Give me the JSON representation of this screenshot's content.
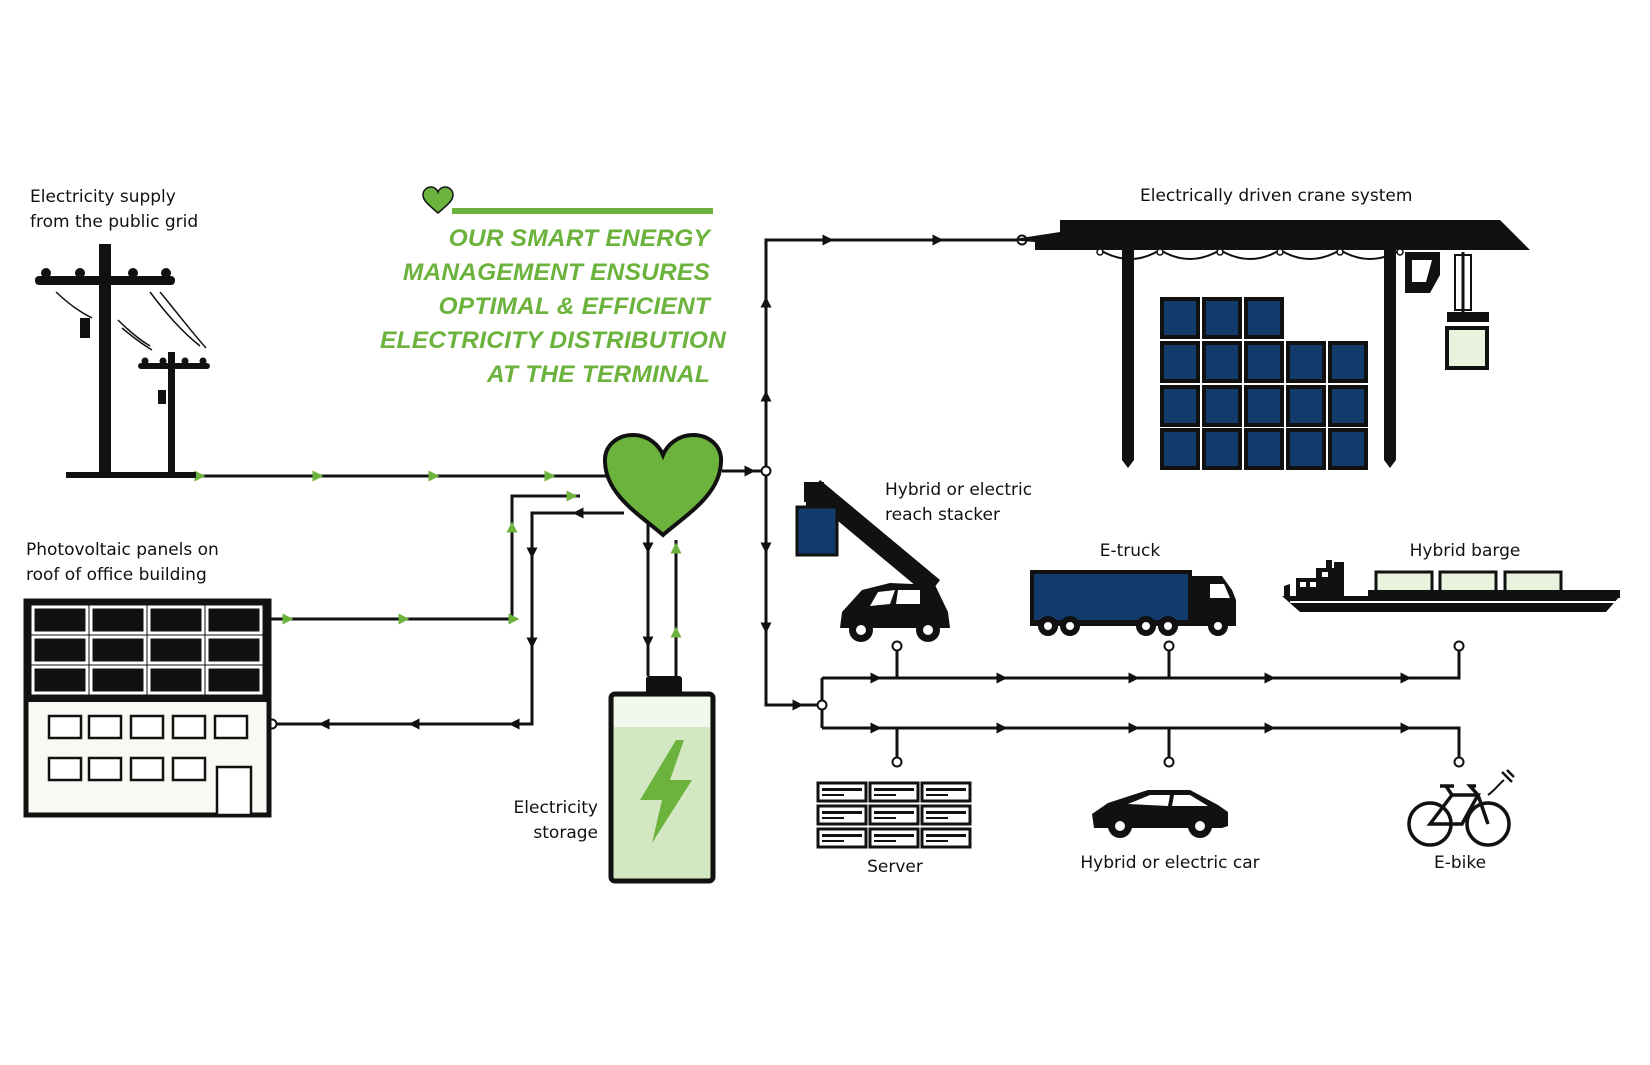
{
  "headline": {
    "lines": [
      "OUR SMART ENERGY",
      "MANAGEMENT ENSURES",
      "OPTIMAL & EFFICIENT",
      "ELECTRICITY DISTRIBUTION",
      "AT THE TERMINAL"
    ],
    "color": "#6bb33c"
  },
  "labels": {
    "grid": [
      "Electricity supply",
      "from the public grid"
    ],
    "pv": [
      "Photovoltaic panels on",
      "roof of office building"
    ],
    "storage": [
      "Electricity",
      "storage"
    ],
    "crane": "Electrically driven crane system",
    "stacker": [
      "Hybrid or electric",
      "reach stacker"
    ],
    "etruck": "E-truck",
    "barge": "Hybrid barge",
    "server": "Server",
    "car": "Hybrid or electric car",
    "ebike": "E-bike"
  },
  "icons": {
    "grid": "power-pole-icon",
    "pv": "office-building-with-solar-panels-icon",
    "hub": "heart-icon",
    "storage": "battery-icon",
    "crane": "gantry-crane-icon",
    "stacker": "reach-stacker-icon",
    "etruck": "truck-icon",
    "barge": "barge-icon",
    "server": "server-rack-icon",
    "car": "car-icon",
    "ebike": "e-bike-icon"
  },
  "colors": {
    "accent": "#6bb33c",
    "line": "#111111",
    "container": "#123a6b",
    "battery_fill": "#d3e8c2",
    "panel_fill": "#f7faf3"
  }
}
